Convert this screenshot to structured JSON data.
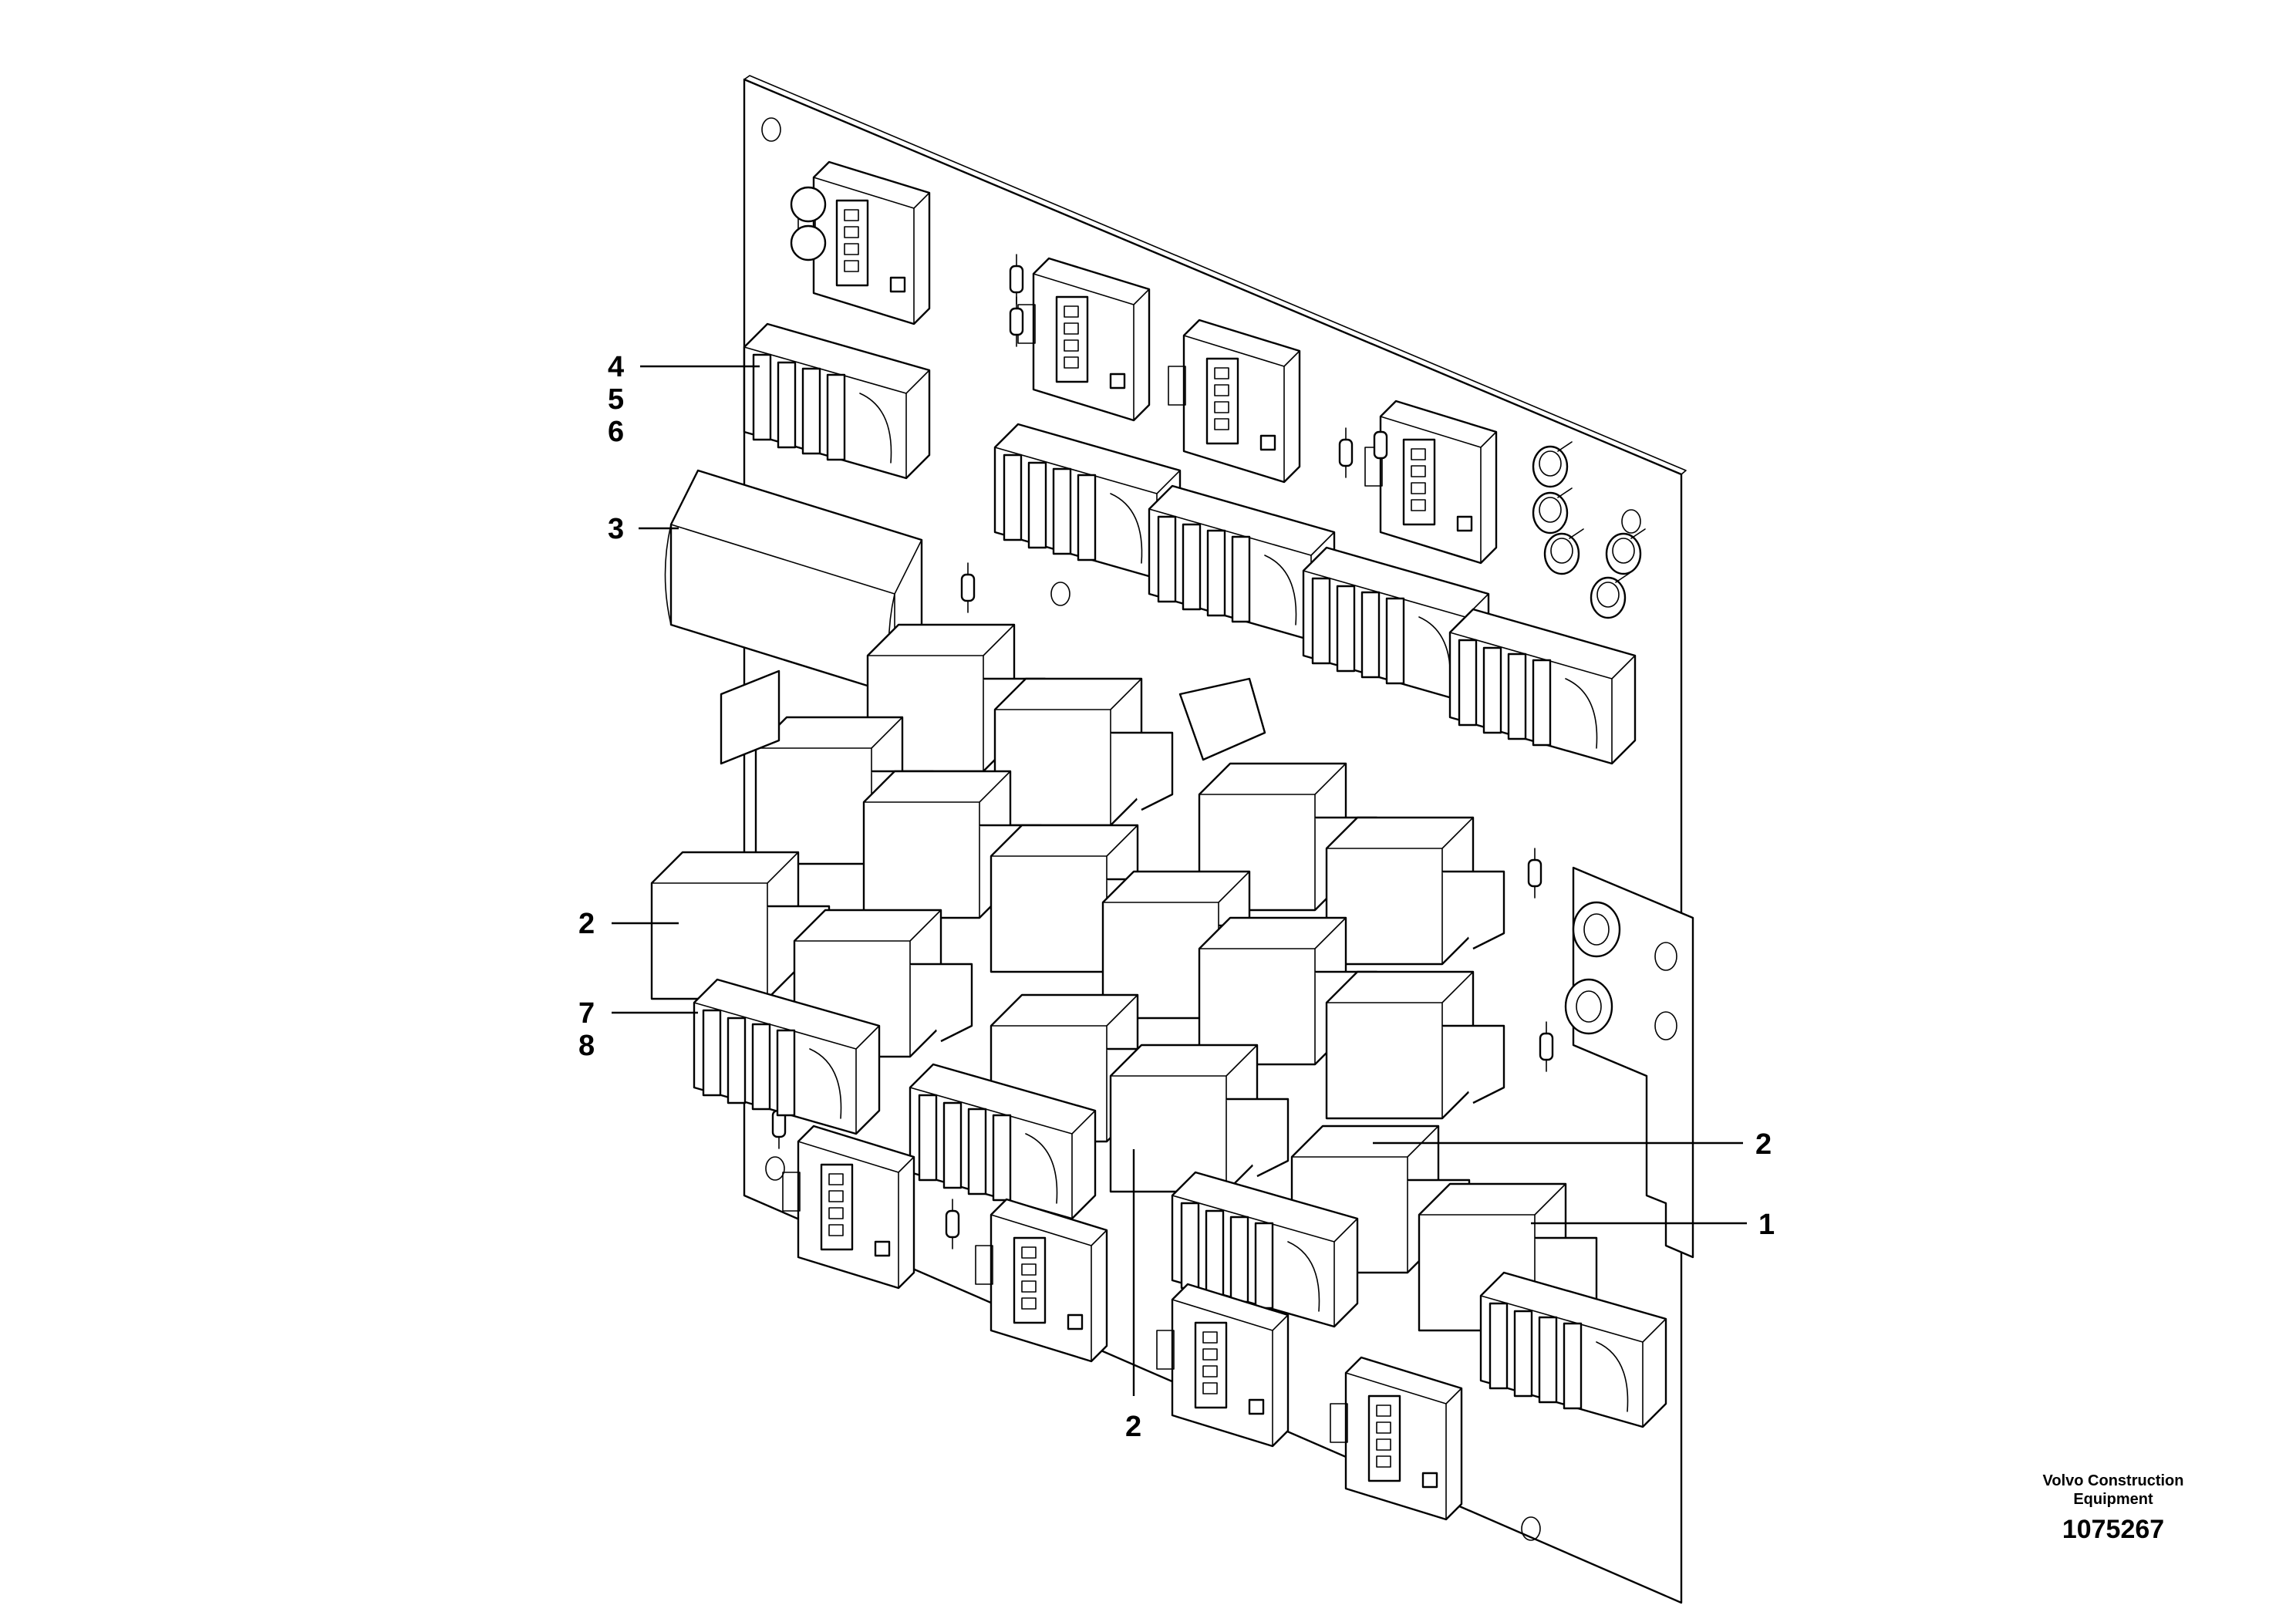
{
  "callouts": [
    {
      "id": "c4",
      "label": "4"
    },
    {
      "id": "c5",
      "label": "5"
    },
    {
      "id": "c6",
      "label": "6"
    },
    {
      "id": "c3",
      "label": "3"
    },
    {
      "id": "c2a",
      "label": "2"
    },
    {
      "id": "c7",
      "label": "7"
    },
    {
      "id": "c8",
      "label": "8"
    },
    {
      "id": "c2b",
      "label": "2"
    },
    {
      "id": "c1",
      "label": "1"
    },
    {
      "id": "c2c",
      "label": "2"
    }
  ],
  "brand": {
    "line1": "Volvo Construction",
    "line2": "Equipment",
    "number": "1075267"
  }
}
